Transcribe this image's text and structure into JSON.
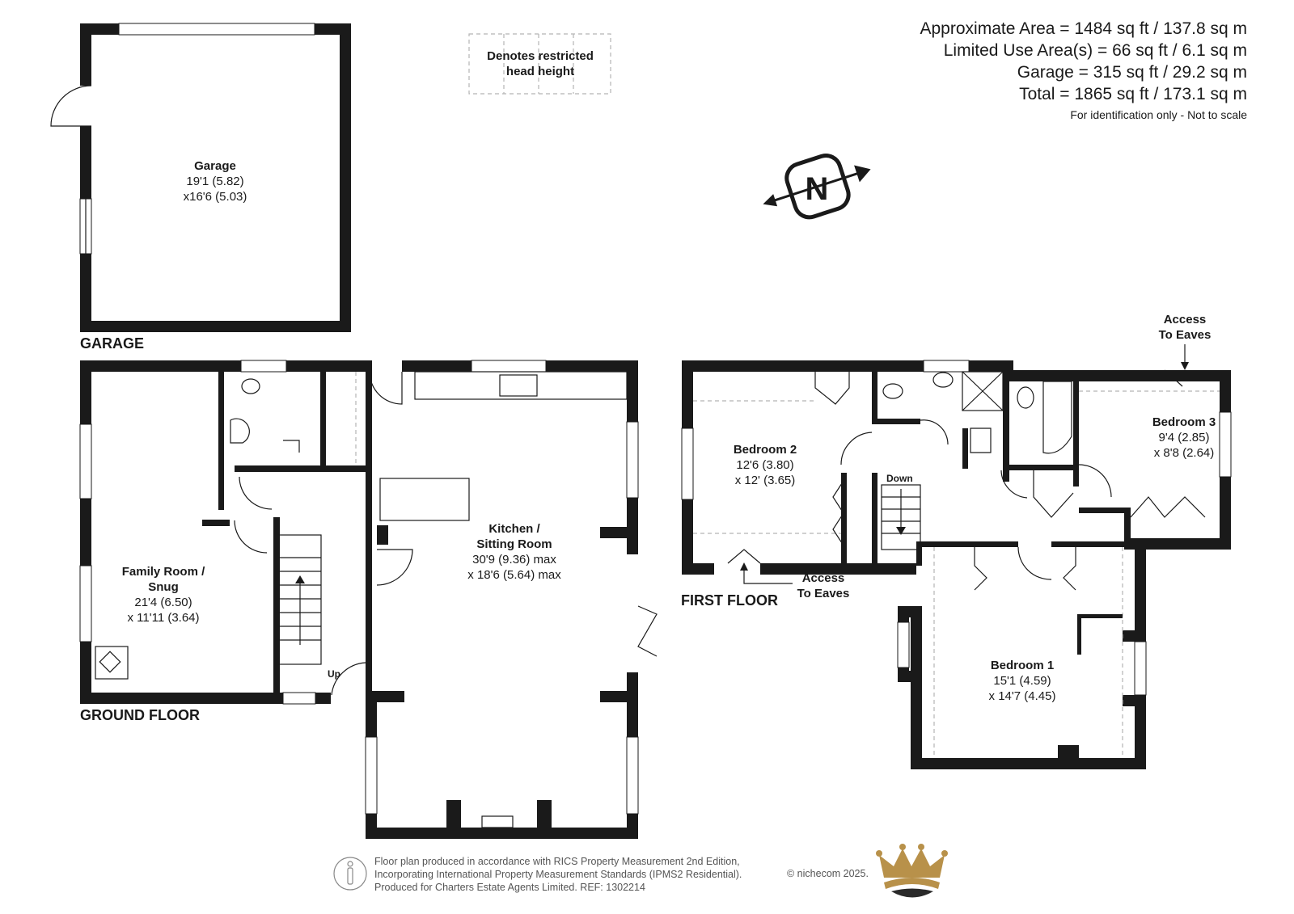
{
  "areas": {
    "approximate": "Approximate Area = 1484 sq ft / 137.8 sq m",
    "limited_use": "Limited Use Area(s) = 66 sq ft / 6.1 sq m",
    "garage": "Garage = 315 sq ft / 29.2 sq m",
    "total": "Total = 1865 sq ft / 173.1 sq m",
    "note": "For identification only - Not to scale"
  },
  "legend": {
    "line1": "Denotes restricted",
    "line2": "head height"
  },
  "compass": {
    "letter": "N"
  },
  "floors": {
    "garage": "GARAGE",
    "ground": "GROUND FLOOR",
    "first": "FIRST FLOOR"
  },
  "rooms": {
    "garage": {
      "name": "Garage",
      "dim1": "19'1 (5.82)",
      "dim2": "x16'6 (5.03)"
    },
    "family": {
      "name1": "Family Room /",
      "name2": "Snug",
      "dim1": "21'4 (6.50)",
      "dim2": "x 11'11 (3.64)"
    },
    "kitchen": {
      "name1": "Kitchen /",
      "name2": "Sitting Room",
      "dim1": "30'9 (9.36) max",
      "dim2": "x 18'6 (5.64) max"
    },
    "bedroom2": {
      "name": "Bedroom 2",
      "dim1": "12'6 (3.80)",
      "dim2": "x 12' (3.65)"
    },
    "bedroom3": {
      "name": "Bedroom 3",
      "dim1": "9'4 (2.85)",
      "dim2": "x 8'8 (2.64)"
    },
    "bedroom1": {
      "name": "Bedroom 1",
      "dim1": "15'1 (4.59)",
      "dim2": "x 14'7 (4.45)"
    }
  },
  "labels": {
    "up": "Up",
    "down": "Down",
    "access_eaves_top_1": "Access",
    "access_eaves_top_2": "To Eaves",
    "access_eaves_bottom_1": "Access",
    "access_eaves_bottom_2": "To Eaves"
  },
  "footer": {
    "line1": "Floor plan produced in accordance with RICS Property Measurement 2nd Edition,",
    "line2": "Incorporating International Property Measurement Standards (IPMS2 Residential).",
    "line3": "Produced for Charters Estate Agents Limited.   REF: 1302214",
    "copyright": "© nichecom 2025."
  },
  "colors": {
    "wall": "#1a1a1a",
    "logo_gold": "#b8914a",
    "logo_dark": "#2a2a2a"
  },
  "icons": [
    "compass-icon",
    "rics-person-icon",
    "crown-logo-icon"
  ]
}
